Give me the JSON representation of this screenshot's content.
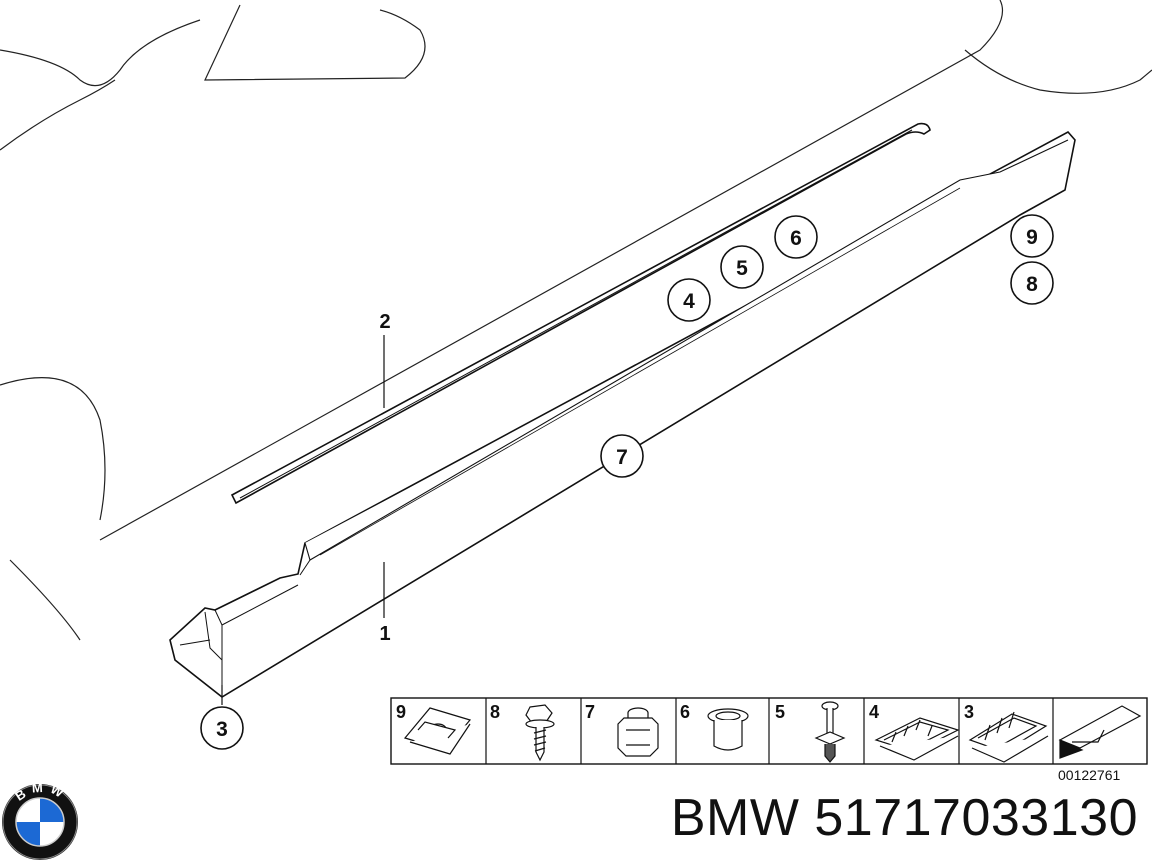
{
  "callouts": {
    "c3": "3",
    "c4": "4",
    "c5": "5",
    "c6": "6",
    "c7": "7",
    "c8": "8",
    "c9": "9"
  },
  "leaders": {
    "l1": "1",
    "l2": "2"
  },
  "parts_strip": {
    "items": [
      "9",
      "8",
      "7",
      "6",
      "5",
      "4",
      "3"
    ]
  },
  "reference_code": "00122761",
  "title": "BMW 51717033130",
  "logo": {
    "letters": "BMW",
    "icon": "bmw-roundel-icon",
    "colors": {
      "blue": "#1c69d4",
      "ring": "#111111",
      "white": "#ffffff"
    }
  }
}
